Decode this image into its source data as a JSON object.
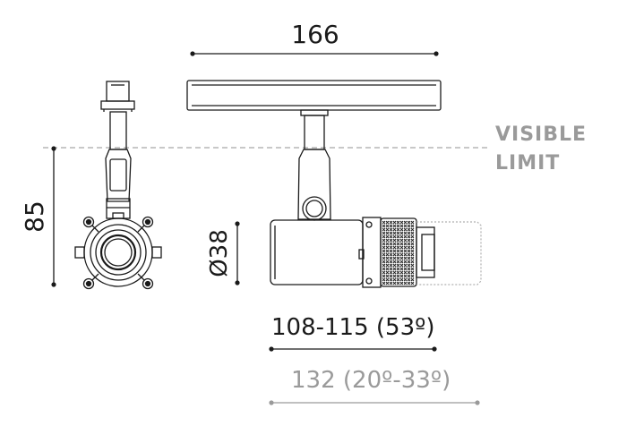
{
  "dimensions": {
    "top_width": "166",
    "side_height": "85",
    "diameter": "Ø38",
    "length_narrow": "108-115 (53º)",
    "length_wide": "132 (20º-33º)"
  },
  "visible_limit": {
    "line1": "VISIBLE",
    "line2": "LIMIT"
  },
  "colors": {
    "ink": "#1a1a1a",
    "grey": "#9a9a9a",
    "limit_line": "#b5b5b5"
  }
}
